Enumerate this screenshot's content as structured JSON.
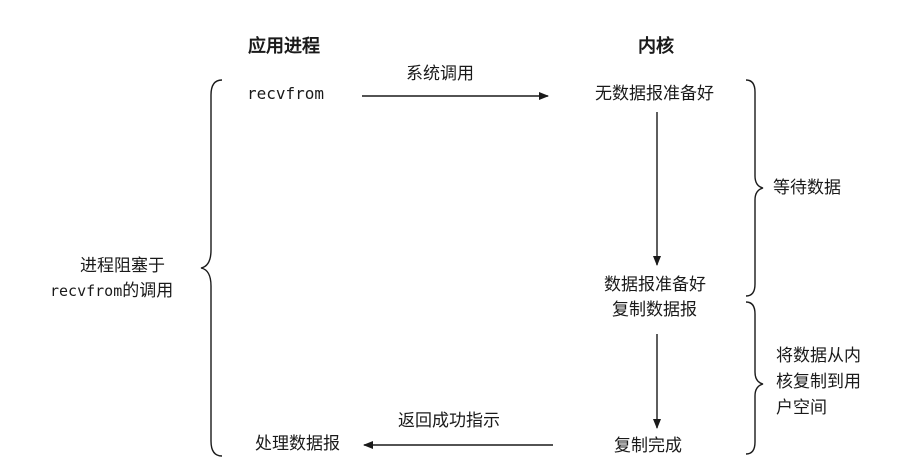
{
  "headers": {
    "app_process": "应用进程",
    "kernel": "内核"
  },
  "app": {
    "recvfrom": "recvfrom",
    "process_datagram": "处理数据报"
  },
  "blocked_label": {
    "line1": "进程阻塞于",
    "line2_code": "recvfrom",
    "line2_text": "的调用"
  },
  "arrows": {
    "syscall": "系统调用",
    "return_success": "返回成功指示"
  },
  "kernel_states": {
    "no_datagram_ready": "无数据报准备好",
    "datagram_ready": "数据报准备好",
    "copy_datagram": "复制数据报",
    "copy_complete": "复制完成"
  },
  "phases": {
    "wait_data": "等待数据",
    "copy_line1": "将数据从内",
    "copy_line2": "核复制到用",
    "copy_line3": "户空间"
  }
}
